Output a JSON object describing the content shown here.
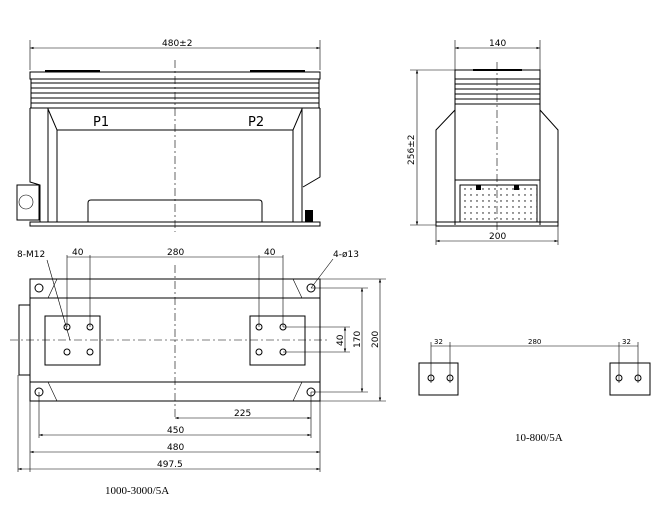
{
  "front_view": {
    "width_dim": "480±2",
    "p1": "P1",
    "p2": "P2"
  },
  "side_view": {
    "top_dim": "140",
    "height_dim": "256±2",
    "bottom_dim": "200"
  },
  "plan_view": {
    "bolt_label": "8-M12",
    "hole_label": "4-ø13",
    "dim_40_left": "40",
    "dim_280": "280",
    "dim_40_right": "40",
    "dim_40_v": "40",
    "dim_170": "170",
    "dim_200": "200",
    "dim_225": "225",
    "dim_450": "450",
    "dim_480": "480",
    "dim_4975": "497.5",
    "caption": "1000-3000/5A"
  },
  "small_view": {
    "dim_32_left": "32",
    "dim_280": "280",
    "dim_32_right": "32",
    "caption": "10-800/5A"
  }
}
